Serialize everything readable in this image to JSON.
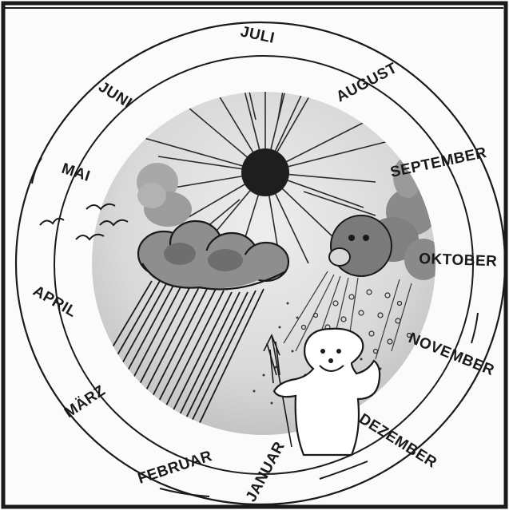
{
  "months": [
    {
      "key": "juli",
      "label": "JULI"
    },
    {
      "key": "august",
      "label": "AUGUST"
    },
    {
      "key": "september",
      "label": "SEPTEMBER"
    },
    {
      "key": "oktober",
      "label": "OKTOBER"
    },
    {
      "key": "november",
      "label": "NOVEMBER"
    },
    {
      "key": "dezember",
      "label": "DEZEMBER"
    },
    {
      "key": "januar",
      "label": "JANUAR"
    },
    {
      "key": "februar",
      "label": "FEBRUAR"
    },
    {
      "key": "maerz",
      "label": "MÄRZ"
    },
    {
      "key": "april",
      "label": "APRIL"
    },
    {
      "key": "mai",
      "label": "MAI"
    },
    {
      "key": "juni",
      "label": "JUNI"
    }
  ],
  "colors": {
    "ink": "#1a1a1a",
    "paper": "#fbfbfb",
    "disc": "#d8d8d8",
    "cloud": "#9a9a9a",
    "cloud_dark": "#6a6a6a"
  },
  "icons": {
    "sun": "sun-icon",
    "rain_cloud": "rain-cloud-icon",
    "wind_cloud": "wind-cloud-icon",
    "snowman": "snowman-icon",
    "birds": "birds-icon",
    "broom": "broom-icon"
  }
}
